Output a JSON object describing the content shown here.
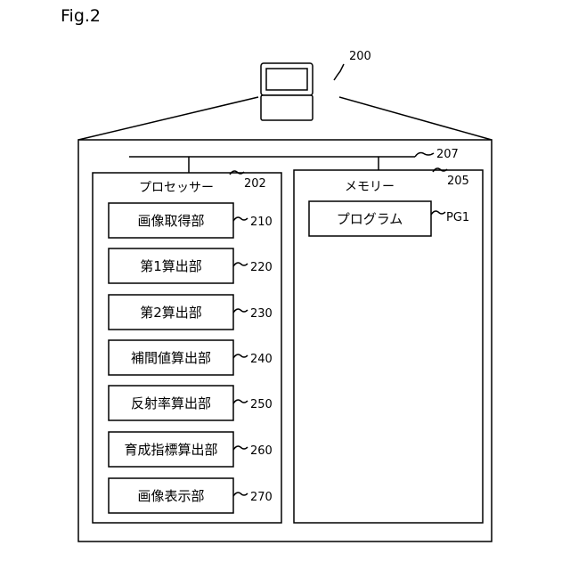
{
  "figure": {
    "label": "Fig.2"
  },
  "device": {
    "ref": "200"
  },
  "bus": {
    "ref": "207"
  },
  "processor": {
    "title": "プロセッサー",
    "ref": "202",
    "units": [
      {
        "label": "画像取得部",
        "ref": "210"
      },
      {
        "label": "第1算出部",
        "ref": "220"
      },
      {
        "label": "第2算出部",
        "ref": "230"
      },
      {
        "label": "補間値算出部",
        "ref": "240"
      },
      {
        "label": "反射率算出部",
        "ref": "250"
      },
      {
        "label": "育成指標算出部",
        "ref": "260"
      },
      {
        "label": "画像表示部",
        "ref": "270"
      }
    ]
  },
  "memory": {
    "title": "メモリー",
    "ref": "205",
    "program": {
      "label": "プログラム",
      "ref": "PG1"
    }
  }
}
